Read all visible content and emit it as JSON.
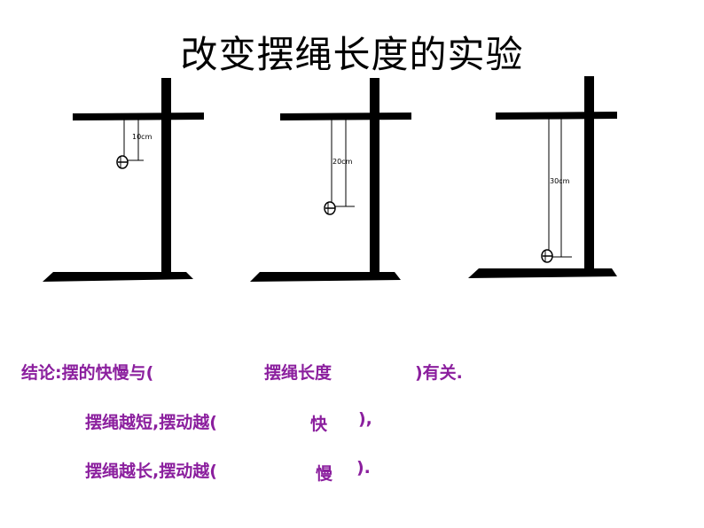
{
  "title": "改变摆绳长度的实验",
  "colors": {
    "ink": "#000000",
    "conclusion": "#8B1F9E"
  },
  "stands": [
    {
      "length_label": "10cm",
      "length_cm": 10
    },
    {
      "length_label": "20cm",
      "length_cm": 20
    },
    {
      "length_label": "30cm",
      "length_cm": 30
    }
  ],
  "conclusion": {
    "line1": {
      "prefix": "结论:摆的快慢与(",
      "answer": "摆绳长度",
      "suffix": ")有关."
    },
    "line2": {
      "prefix": "摆绳越短,摆动越(",
      "answer": "快",
      "suffix": "),"
    },
    "line3": {
      "prefix": "摆绳越长,摆动越(",
      "answer": "慢",
      "suffix": ")."
    }
  }
}
